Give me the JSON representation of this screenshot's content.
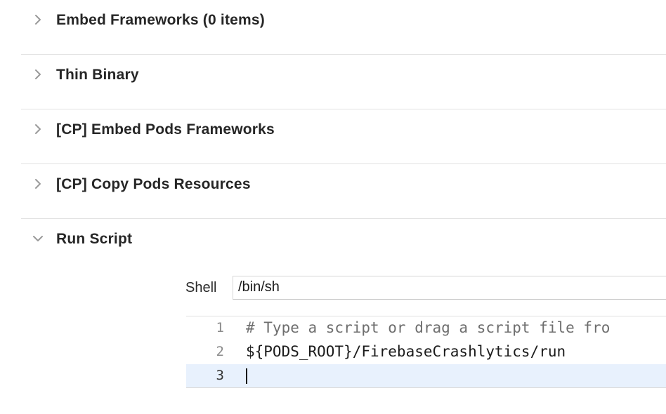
{
  "phases": [
    {
      "title": "Embed Frameworks (0 items)",
      "expanded": false
    },
    {
      "title": "Thin Binary",
      "expanded": false
    },
    {
      "title": "[CP] Embed Pods Frameworks",
      "expanded": false
    },
    {
      "title": "[CP] Copy Pods Resources",
      "expanded": false
    },
    {
      "title": "Run Script",
      "expanded": true
    }
  ],
  "run_script": {
    "shell_label": "Shell",
    "shell_value": "/bin/sh",
    "lines": [
      {
        "number": "1",
        "text": "# Type a script or drag a script file fro"
      },
      {
        "number": "2",
        "text": "${PODS_ROOT}/FirebaseCrashlytics/run"
      },
      {
        "number": "3",
        "text": ""
      }
    ]
  },
  "icons": {
    "collapsed": "chevron-right-icon",
    "expanded": "chevron-down-icon"
  },
  "colors": {
    "current_line_highlight": "#e8f1fd",
    "divider": "#e2e2e2",
    "chevron": "#9a9a9a"
  }
}
